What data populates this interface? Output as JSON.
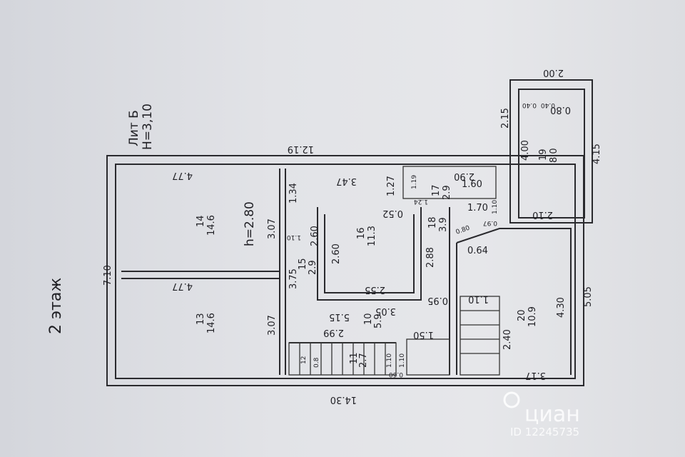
{
  "floor_title": "2 этаж",
  "building": {
    "letter": "Лит Б",
    "height": "H=3,10"
  },
  "ceiling_height": "h=2.80",
  "rooms": [
    {
      "num": "14",
      "area": "14.6"
    },
    {
      "num": "13",
      "area": "14.6"
    },
    {
      "num": "16",
      "area": "11.3"
    },
    {
      "num": "15",
      "area": "2.9"
    },
    {
      "num": "10",
      "area": "5.9"
    },
    {
      "num": "11",
      "area": "2.7"
    },
    {
      "num": "12",
      "area": "0.8"
    },
    {
      "num": "17",
      "area": "2.9"
    },
    {
      "num": "18",
      "area": "3.9"
    },
    {
      "num": "19",
      "area": "8.0"
    },
    {
      "num": "20",
      "area": "10.9"
    }
  ],
  "dims": {
    "top": "12.19",
    "bottom": "14.30",
    "left": "7.10",
    "annex_top": "2.00",
    "annex_side": "2.15",
    "annex_right": "4.15",
    "right": "5.05",
    "r14_w": "4.77",
    "r13_w": "4.77",
    "r14_h": "3.07",
    "r13_h": "3.07",
    "r16_w": "3.47",
    "r16_a": "1.34",
    "r16_b": "1.27",
    "r16_c": "0.52",
    "r16_d": "2.60",
    "r16_e": "2.55",
    "r15_a": "1.10",
    "r15_b": "2.60",
    "r15_c": "3.75",
    "r10_a": "5.15",
    "r10_b": "3.05",
    "r10_c": "2.99",
    "r10_d": "0.95",
    "r10_e": "1.50",
    "r11_a": "1.10",
    "r11_b": "1.10",
    "r11_c": "0.60",
    "r18_a": "2.88",
    "r17_a": "1.19",
    "r17_b": "1.24",
    "r17_c": "2.90",
    "r17_d": "1.60",
    "r17_e": "1.70",
    "r18_b": "1.10",
    "r18_c": "0.80",
    "r18_d": "0.97",
    "r19_a": "4.00",
    "r19_b": "0.80",
    "r19_c": "2.10",
    "r19_d": "0.40",
    "r19_e": "0.40",
    "r20_a": "0.64",
    "r20_b": "1.10",
    "r20_c": "2.40",
    "r20_d": "4.30",
    "r20_e": "3.17"
  },
  "watermark": {
    "brand": "циан",
    "id": "ID 12245735"
  }
}
